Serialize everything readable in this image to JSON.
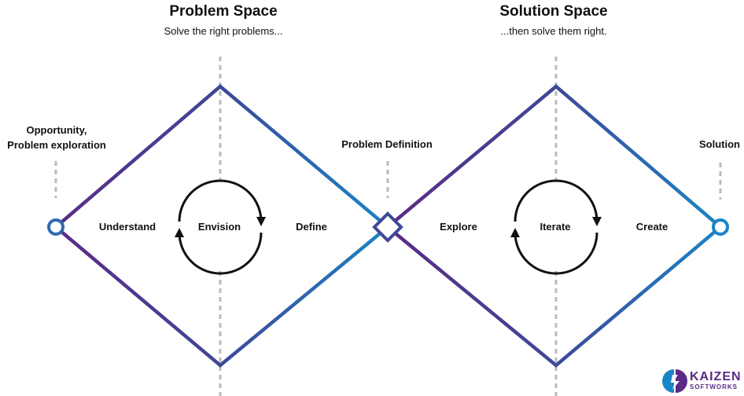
{
  "problem_space": {
    "title": "Problem Space",
    "subtitle": "Solve the right problems..."
  },
  "solution_space": {
    "title": "Solution Space",
    "subtitle": "...then solve them right."
  },
  "milestones": {
    "start": [
      "Opportunity,",
      "Problem exploration"
    ],
    "middle": "Problem Definition",
    "end": "Solution"
  },
  "phases": {
    "understand": "Understand",
    "envision": "Envision",
    "define": "Define",
    "explore": "Explore",
    "iterate": "Iterate",
    "create": "Create"
  },
  "logo": {
    "name": "KAIZEN",
    "sub": "SOFTWORKS"
  },
  "colors": {
    "purple": "#5b2a86",
    "indigo": "#3f4798",
    "blue": "#1a84c6"
  }
}
